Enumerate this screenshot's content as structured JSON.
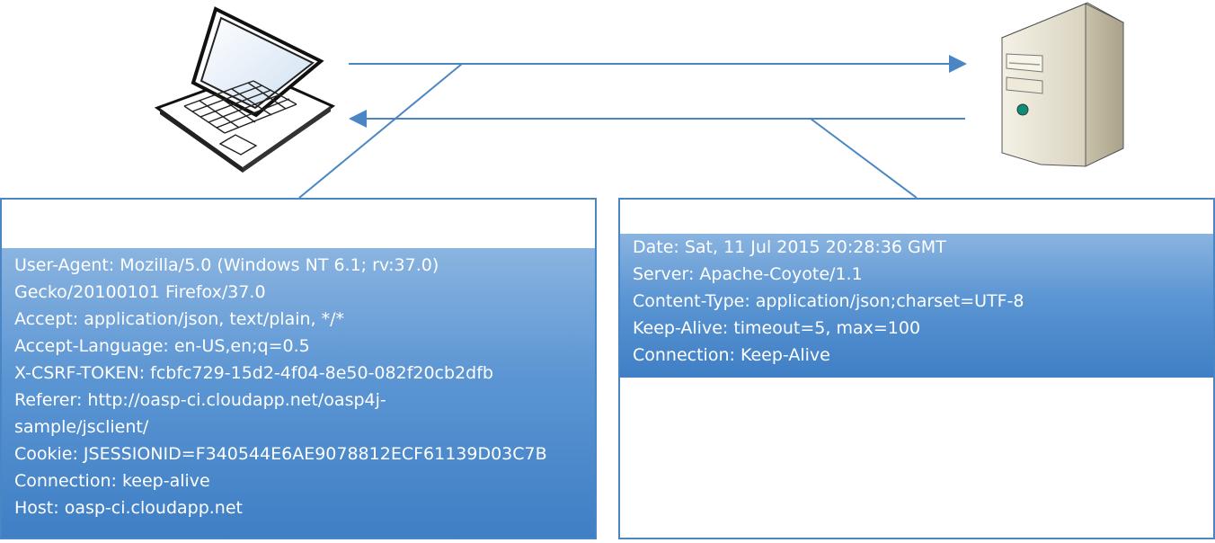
{
  "request": {
    "headers": [
      "User-Agent: Mozilla/5.0 (Windows NT 6.1; rv:37.0)",
      "Gecko/20100101 Firefox/37.0",
      "Accept: application/json,  text/plain, */*",
      "Accept-Language: en-US,en;q=0.5",
      "X-CSRF-TOKEN: fcbfc729-15d2-4f04-8e50-082f20cb2dfb",
      "Referer: http://oasp-ci.cloudapp.net/oasp4j-",
      "sample/jsclient/",
      "Cookie: JSESSIONID=F340544E6AE9078812ECF61139D03C7B",
      "Connection: keep-alive",
      "Host: oasp-ci.cloudapp.net"
    ]
  },
  "response": {
    "headers": [
      "Date: Sat, 11 Jul 2015 20:28:36 GMT",
      "Server: Apache-Coyote/1.1",
      "Content-Type: application/json;charset=UTF-8",
      "Keep-Alive: timeout=5, max=100",
      "Connection:  Keep-Alive"
    ]
  },
  "colors": {
    "arrow": "#4a86c4",
    "panel_border": "#4a86c4",
    "header_fill": "#5b95d3"
  },
  "icons": {
    "client": "laptop-icon",
    "server": "server-tower-icon"
  }
}
